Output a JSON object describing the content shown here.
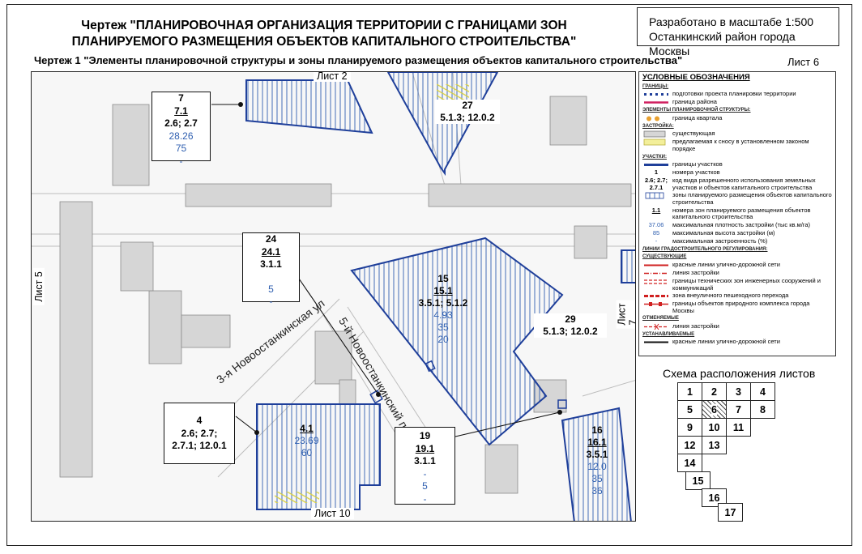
{
  "header": {
    "title_line1": "Чертеж \"ПЛАНИРОВОЧНАЯ ОРГАНИЗАЦИЯ ТЕРРИТОРИИ С ГРАНИЦАМИ ЗОН",
    "title_line2": "ПЛАНИРУЕМОГО РАЗМЕЩЕНИЯ ОБЪЕКТОВ КАПИТАЛЬНОГО СТРОИТЕЛЬСТВА\"",
    "scale_line1": "Разработано в масштабе 1:500",
    "scale_line2": "Останкинский район города Москвы",
    "subtitle": "Чертеж 1 \"Элементы планировочной структуры и зоны планируемого размещения объектов капитального строительства\"",
    "sheet": "Лист 6"
  },
  "map": {
    "edge_labels": {
      "top": "Лист 2",
      "bottom": "Лист 10",
      "left": "Лист 5",
      "right": "Лист 7"
    },
    "streets": [
      "3-я Новоостанкинская ул",
      "5-й Новоостанкинский пр"
    ],
    "parcels": {
      "p7": {
        "num": "7",
        "zone": "7.1",
        "codes": "2.6; 2.7",
        "density": "28.26",
        "height": "75",
        "built": "-"
      },
      "p24": {
        "num": "24",
        "zone": "24.1",
        "codes": "3.1.1",
        "density": "",
        "height": "5",
        "built": "-"
      },
      "p4": {
        "num": "4",
        "codes_a": "2.6; 2.7;",
        "codes_b": "2.7.1; 12.0.1"
      },
      "p4z": {
        "zone": "4.1",
        "density": "23.69",
        "height": "60"
      },
      "p19": {
        "num": "19",
        "zone": "19.1",
        "codes": "3.1.1",
        "density": "-",
        "height": "5",
        "built": "-"
      },
      "p15": {
        "num": "15",
        "zone": "15.1",
        "codes": "3.5.1; 5.1.2",
        "density": "4.93",
        "height": "35",
        "built": "20"
      },
      "p27": {
        "num": "27",
        "codes": "5.1.3; 12.0.2"
      },
      "p29": {
        "num": "29",
        "codes": "5.1.3; 12.0.2"
      },
      "p16": {
        "num": "16",
        "zone": "16.1",
        "codes": "3.5.1",
        "density": "12.0",
        "height": "35",
        "built": "36"
      }
    }
  },
  "legend": {
    "title": "УСЛОВНЫЕ ОБОЗНАЧЕНИЯ",
    "sec_bounds": "ГРАНИЦЫ:",
    "item_project": "подготовки проекта планировки территории",
    "item_district": "граница района",
    "sec_elements": "ЭЛЕМЕНТЫ ПЛАНИРОВОЧНОЙ СТРУКТУРЫ:",
    "item_block": "граница квартала",
    "sec_buildings": "ЗАСТРОЙКА:",
    "item_existing": "существующая",
    "item_demolish": "предлагаемая к сносу в установленном законом порядке",
    "sec_plots": "УЧАСТКИ:",
    "item_plot_bounds": "границы участков",
    "sym_plot_num": "1",
    "item_plot_num": "номера участков",
    "sym_codes": "2.6; 2.7; 2.7.1",
    "item_codes": "код вида разрешенного использования земельных участков и объектов капитального строительства",
    "item_zones": "зоны планируемого размещения объектов капитального строительства",
    "sym_zone_num": "1.1",
    "item_zone_num": "номера зон планируемого размещения объектов капитального строительства",
    "sym_density": "37.06",
    "item_density": "максимальная плотность застройки (тыс кв.м/га)",
    "sym_height": "85",
    "item_height": "максимальная высота застройки (м)",
    "sym_built": "-",
    "item_built": "максимальная застроенность (%)",
    "sec_lines": "ЛИНИИ ГРАДОСТРОИТЕЛЬНОГО РЕГУЛИРОВАНИЯ:",
    "sec_existing": "СУЩЕСТВУЮЩИЕ",
    "item_red": "красные линии улично-дорожной сети",
    "item_build_line": "линия застройки",
    "item_tech": "границы технических зон инженерных сооружений и коммуникаций",
    "item_ped": "зона внеуличного пешеходного перехода",
    "item_nature": "границы объектов природного комплекса города Москвы",
    "sec_cancel": "ОТМЕНЯЕМЫЕ",
    "item_cancel_line": "линия застройки",
    "sec_new": "УСТАНАВЛИВАЕМЫЕ",
    "item_new_red": "красные линии улично-дорожной сети",
    "colors": {
      "red": "#d02020",
      "blue": "#1f3f9a",
      "hatch": "#2f5fb0",
      "yellow": "#e8e070"
    }
  },
  "scheme": {
    "title": "Схема расположения листов",
    "cells": [
      "1",
      "2",
      "3",
      "4",
      "5",
      "6",
      "7",
      "8",
      "9",
      "10",
      "11",
      "12",
      "13",
      "14",
      "15",
      "16",
      "17"
    ],
    "active": "6"
  }
}
